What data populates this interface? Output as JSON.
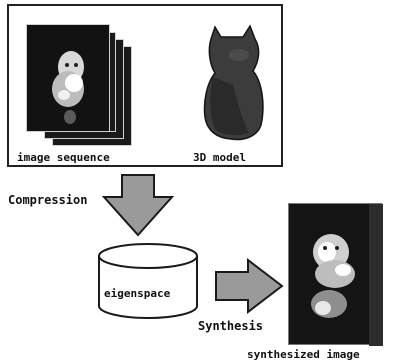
{
  "top_panel": {
    "image_sequence_label": "image sequence",
    "model_label": "3D model"
  },
  "compression_label": "Compression",
  "eigenspace_label": "eigenspace",
  "synthesis_label": "Synthesis",
  "synthesized_label": "synthesized image",
  "colors": {
    "arrow_fill": "#9a9a9a",
    "stroke": "#1a1a1a",
    "dark_image": "#141414"
  }
}
